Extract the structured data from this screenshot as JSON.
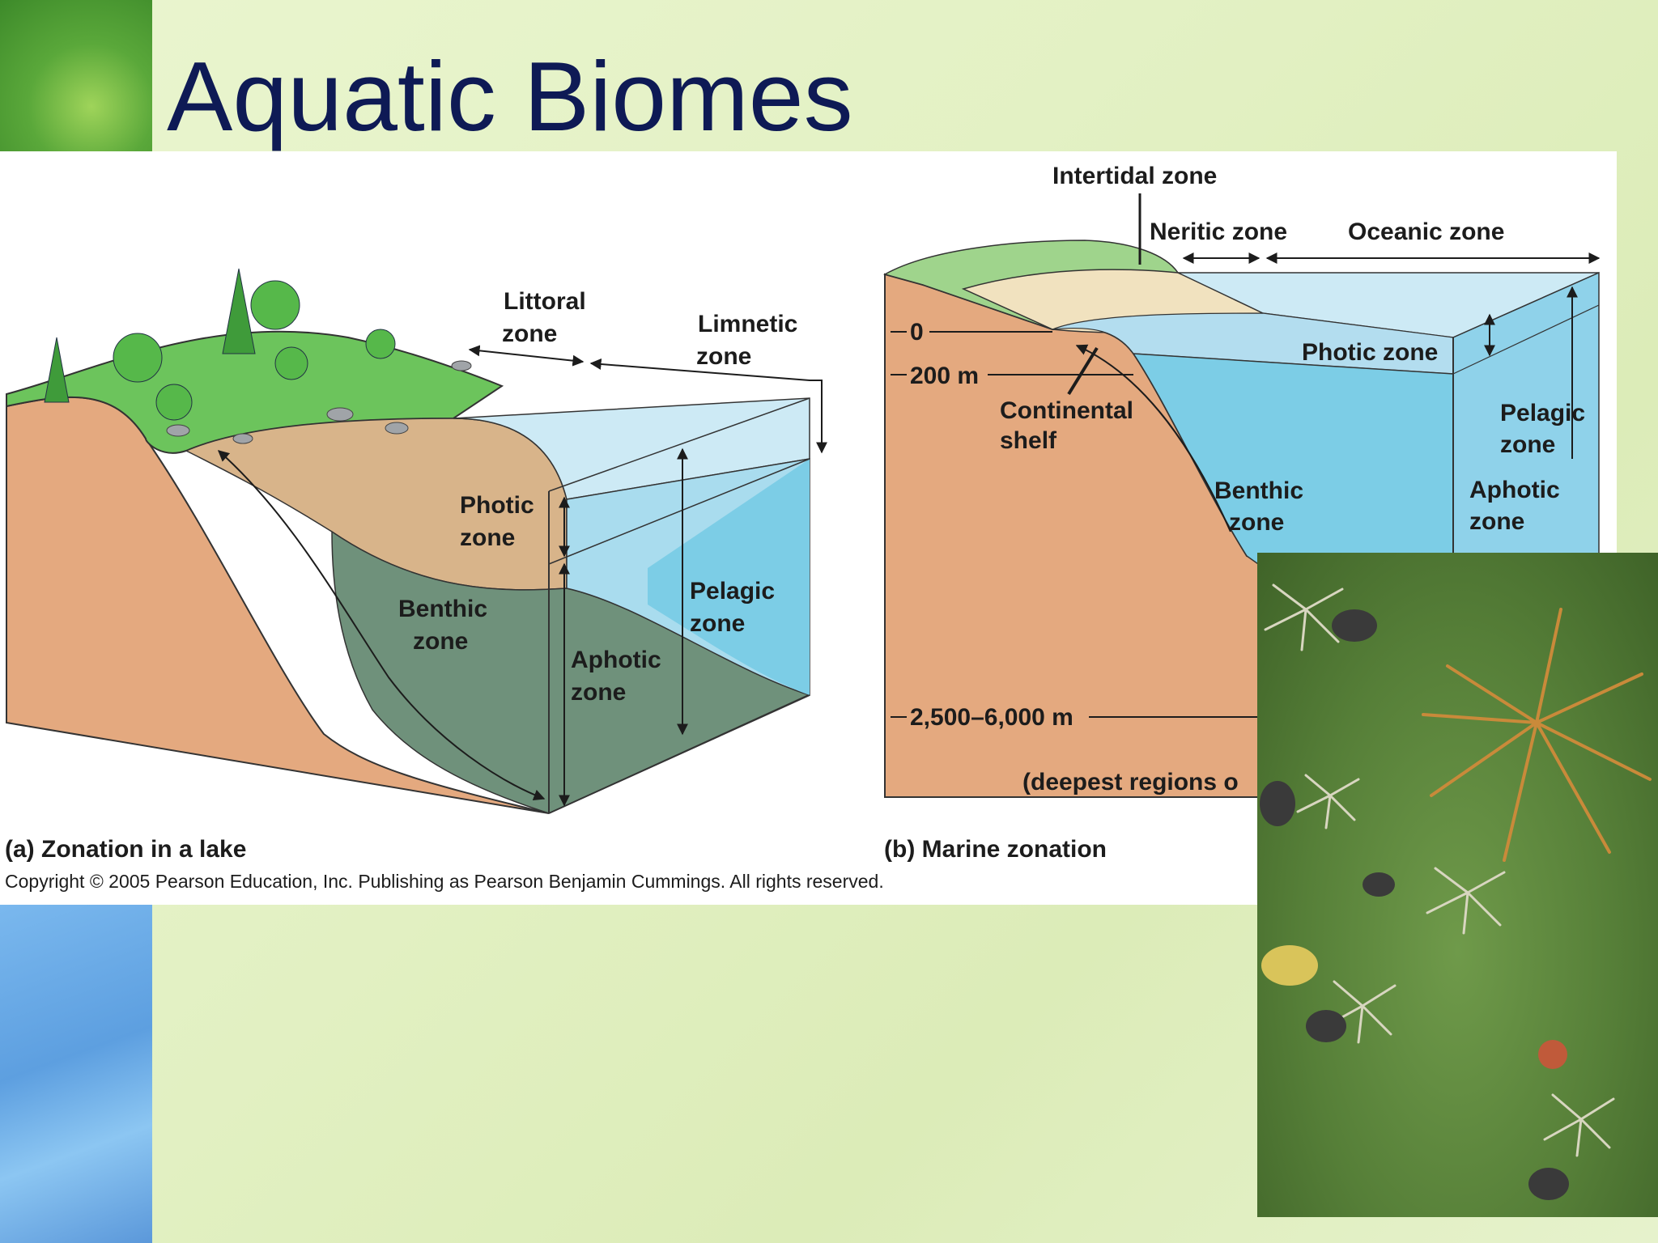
{
  "slide": {
    "title": "Aquatic Biomes"
  },
  "lake": {
    "littoral": [
      "Littoral",
      "zone"
    ],
    "limnetic": [
      "Limnetic",
      "zone"
    ],
    "photic": [
      "Photic",
      "zone"
    ],
    "benthic": [
      "Benthic",
      "zone"
    ],
    "aphotic": [
      "Aphotic",
      "zone"
    ],
    "pelagic": [
      "Pelagic",
      "zone"
    ],
    "caption": "(a) Zonation in a lake"
  },
  "marine": {
    "intertidal": "Intertidal zone",
    "neritic": "Neritic zone",
    "oceanic": "Oceanic zone",
    "depth_0": "0",
    "depth_200": "200 m",
    "continental_shelf": [
      "Continental",
      "shelf"
    ],
    "photic": "Photic zone",
    "pelagic": [
      "Pelagic",
      "zone"
    ],
    "benthic": [
      "Benthic",
      "zone"
    ],
    "aphotic": [
      "Aphotic",
      "zone"
    ],
    "depth_deep": "2,500–6,000 m",
    "deepest_partial": "(deepest regions o",
    "caption": "(b) Marine zonation"
  },
  "copyright": "Copyright ©  2005 Pearson Education, Inc. Publishing as Pearson Benjamin Cummings. All rights reserved.",
  "colors": {
    "title": "#0e1a55",
    "soil": "#e4a97f",
    "lake_littoral": "#d8b48a",
    "lake_deep": "#6f917b",
    "water_light": "#cdeaf5",
    "water_mid": "#7ccde6",
    "grass": "#6cc45c"
  }
}
